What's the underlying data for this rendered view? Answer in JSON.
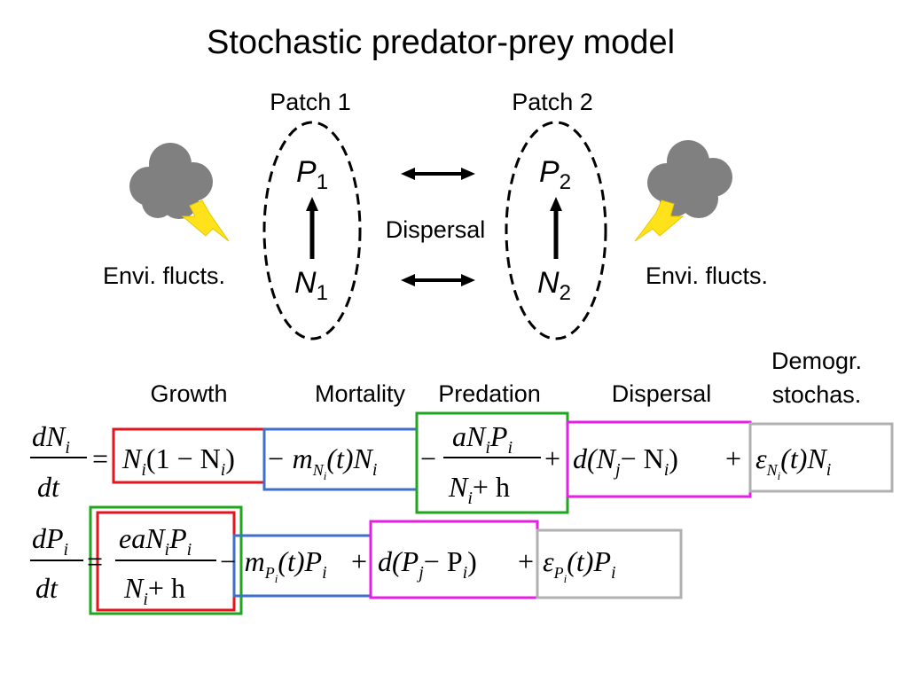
{
  "title": "Stochastic predator-prey model",
  "patches": [
    {
      "label": "Patch 1",
      "predator": {
        "letter": "P",
        "sub": "1"
      },
      "prey": {
        "letter": "N",
        "sub": "1"
      }
    },
    {
      "label": "Patch 2",
      "predator": {
        "letter": "P",
        "sub": "2"
      },
      "prey": {
        "letter": "N",
        "sub": "2"
      }
    }
  ],
  "dispersal_label": "Dispersal",
  "env_label": "Envi. flucts.",
  "term_labels": {
    "growth": "Growth",
    "mortality": "Mortality",
    "predation": "Predation",
    "dispersal": "Dispersal",
    "demogr_line1": "Demogr.",
    "demogr_line2": "stochas."
  },
  "colors": {
    "growth": "#e8141c",
    "mortality": "#3e6fc9",
    "predation": "#1ea61e",
    "dispersal": "#e61ee6",
    "stochasticity": "#b0b0b0",
    "cloud": "#808080",
    "lightning": "#ffe21a"
  },
  "equations": {
    "prey": {
      "lhs_num": "dN",
      "lhs_num_sub": "i",
      "lhs_den": "dt",
      "growth_a": "N",
      "growth_a_sub": "i",
      "growth_b": "(1 − N",
      "growth_b_sub": "i",
      "growth_c": ")",
      "mort_a": "− m",
      "mort_sub1": "N",
      "mort_sub2": "i",
      "mort_b": "(t)N",
      "mort_b_sub": "i",
      "pred_num_a": "aN",
      "pred_num_a_sub": "i",
      "pred_num_b": "P",
      "pred_num_b_sub": "i",
      "pred_den_a": "N",
      "pred_den_a_sub": "i",
      "pred_den_b": "+ h",
      "disp_a": "d(N",
      "disp_a_sub": "j",
      "disp_b": "− N",
      "disp_b_sub": "i",
      "disp_c": ")",
      "stoch_a": "ε",
      "stoch_sub1": "N",
      "stoch_sub2": "i",
      "stoch_b": "(t)N",
      "stoch_b_sub": "i"
    },
    "predator": {
      "lhs_num": "dP",
      "lhs_num_sub": "i",
      "lhs_den": "dt",
      "growth_num_a": "eaN",
      "growth_num_a_sub": "i",
      "growth_num_b": "P",
      "growth_num_b_sub": "i",
      "growth_den_a": "N",
      "growth_den_a_sub": "i",
      "growth_den_b": "+ h",
      "mort_a": "− m",
      "mort_sub1": "P",
      "mort_sub2": "i",
      "mort_b": "(t)P",
      "mort_b_sub": "i",
      "disp_a": "d(P",
      "disp_a_sub": "j",
      "disp_b": "− P",
      "disp_b_sub": "i",
      "disp_c": ")",
      "stoch_a": "ε",
      "stoch_sub1": "P",
      "stoch_sub2": "i",
      "stoch_b": "(t)P",
      "stoch_b_sub": "i"
    }
  }
}
